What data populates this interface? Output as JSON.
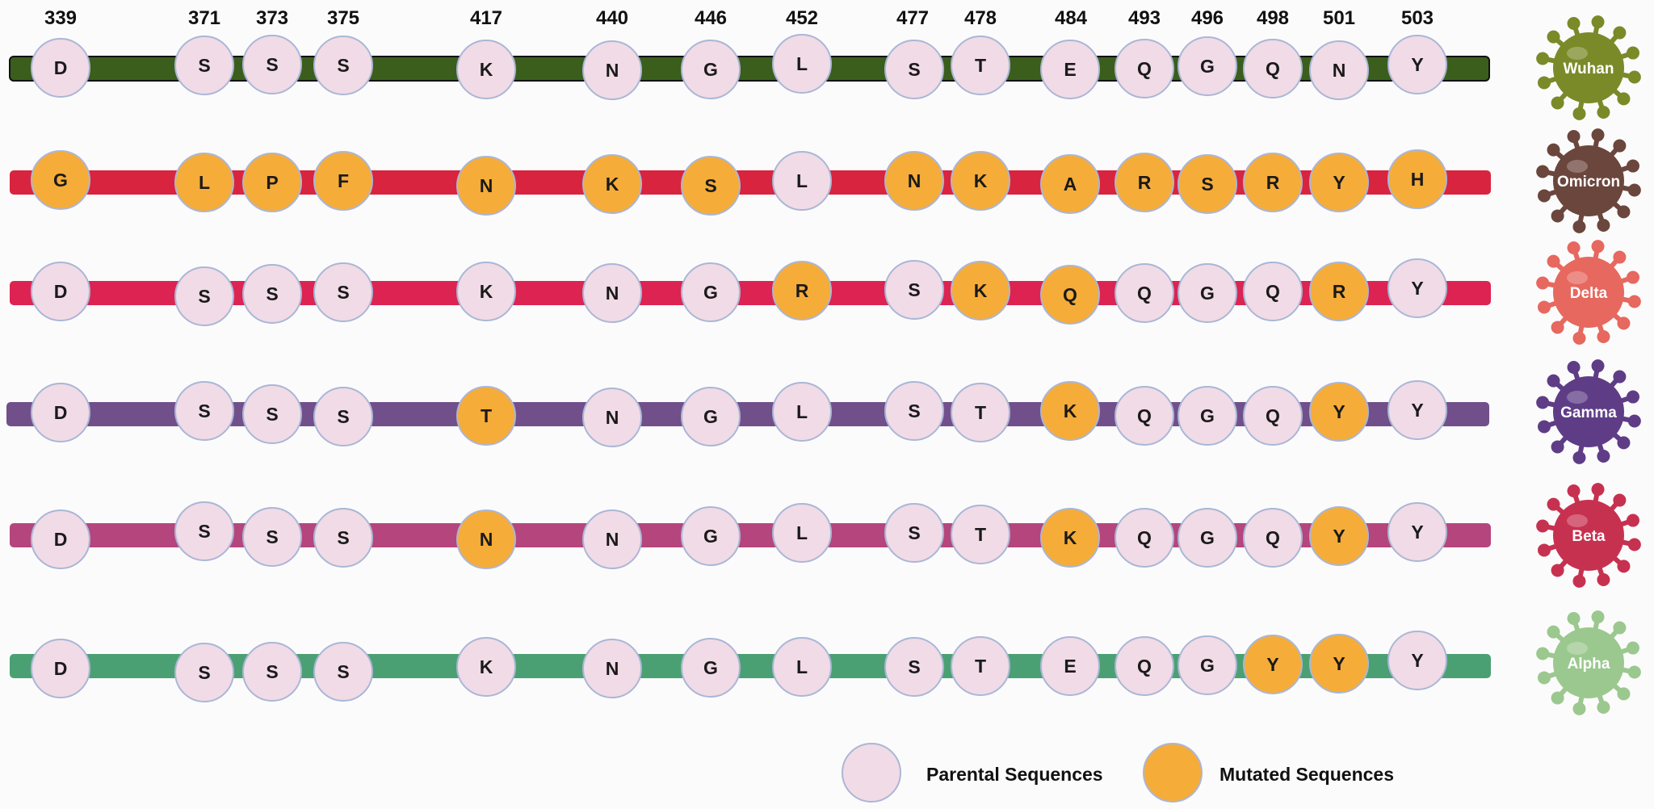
{
  "positions": [
    "339",
    "371",
    "373",
    "375",
    "417",
    "440",
    "446",
    "452",
    "477",
    "478",
    "484",
    "493",
    "496",
    "498",
    "501",
    "503"
  ],
  "colors": {
    "parental_fill": "#f1dbe6",
    "mutated_fill": "#f6ac38",
    "circle_stroke": "#a9b7d6"
  },
  "variants": [
    {
      "name": "Wuhan",
      "bar_color": "#3b5e1d",
      "virus_color": "#7b8a28",
      "residues": [
        "D",
        "S",
        "S",
        "S",
        "K",
        "N",
        "G",
        "L",
        "S",
        "T",
        "E",
        "Q",
        "G",
        "Q",
        "N",
        "Y"
      ],
      "mutated": [
        false,
        false,
        false,
        false,
        false,
        false,
        false,
        false,
        false,
        false,
        false,
        false,
        false,
        false,
        false,
        false
      ]
    },
    {
      "name": "Omicron",
      "bar_color": "#d8243f",
      "virus_color": "#6b463c",
      "residues": [
        "G",
        "L",
        "P",
        "F",
        "N",
        "K",
        "S",
        "L",
        "N",
        "K",
        "A",
        "R",
        "S",
        "R",
        "Y",
        "H"
      ],
      "mutated": [
        true,
        true,
        true,
        true,
        true,
        true,
        true,
        false,
        true,
        true,
        true,
        true,
        true,
        true,
        true,
        true
      ]
    },
    {
      "name": "Delta",
      "bar_color": "#dc2352",
      "virus_color": "#e6685f",
      "residues": [
        "D",
        "S",
        "S",
        "S",
        "K",
        "N",
        "G",
        "R",
        "S",
        "K",
        "Q",
        "Q",
        "G",
        "Q",
        "R",
        "Y"
      ],
      "mutated": [
        false,
        false,
        false,
        false,
        false,
        false,
        false,
        true,
        false,
        true,
        true,
        false,
        false,
        false,
        true,
        false
      ]
    },
    {
      "name": "Gamma",
      "bar_color": "#714f8b",
      "virus_color": "#5e3d86",
      "residues": [
        "D",
        "S",
        "S",
        "S",
        "T",
        "N",
        "G",
        "L",
        "S",
        "T",
        "K",
        "Q",
        "G",
        "Q",
        "Y",
        "Y"
      ],
      "mutated": [
        false,
        false,
        false,
        false,
        true,
        false,
        false,
        false,
        false,
        false,
        true,
        false,
        false,
        false,
        true,
        false
      ]
    },
    {
      "name": "Beta",
      "bar_color": "#b5457d",
      "virus_color": "#c73150",
      "residues": [
        "D",
        "S",
        "S",
        "S",
        "N",
        "N",
        "G",
        "L",
        "S",
        "T",
        "K",
        "Q",
        "G",
        "Q",
        "Y",
        "Y"
      ],
      "mutated": [
        false,
        false,
        false,
        false,
        true,
        false,
        false,
        false,
        false,
        false,
        true,
        false,
        false,
        false,
        true,
        false
      ]
    },
    {
      "name": "Alpha",
      "bar_color": "#4ba073",
      "virus_color": "#9bc88e",
      "residues": [
        "D",
        "S",
        "S",
        "S",
        "K",
        "N",
        "G",
        "L",
        "S",
        "T",
        "E",
        "Q",
        "G",
        "Y",
        "Y",
        "Y"
      ],
      "mutated": [
        false,
        false,
        false,
        false,
        false,
        false,
        false,
        false,
        false,
        false,
        false,
        false,
        false,
        true,
        true,
        false
      ]
    }
  ],
  "legend": {
    "parental_label": "Parental Sequences",
    "mutated_label": "Mutated Sequences"
  }
}
